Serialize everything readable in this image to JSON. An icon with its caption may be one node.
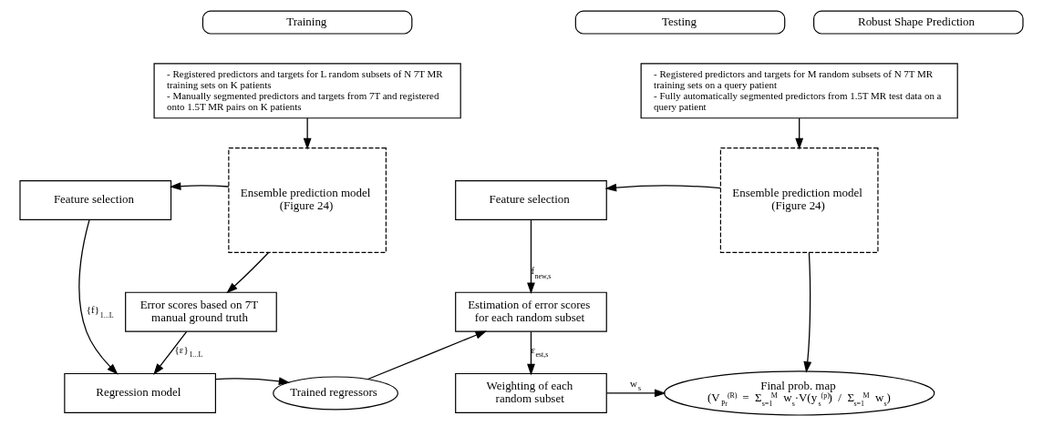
{
  "diagram": {
    "nodes": [
      {
        "text": [
          "Training"
        ]
      },
      {
        "text": [
          "Testing"
        ]
      },
      {
        "text": [
          "Robust Shape Prediction"
        ]
      },
      {
        "text": [
          "- Registered predictors and targets for L random subsets of N 7T MR training sets on K patients",
          "- Manually segmented predictors and targets from 7T and registered onto 1.5T MR pairs on K patients"
        ]
      },
      {
        "text": [
          "Feature selection"
        ]
      },
      {
        "text": [
          "Ensemble prediction model (Figure 24)"
        ]
      },
      {
        "text": [
          "Error scores based on 7T manual ground truth"
        ]
      },
      {
        "text": [
          "Regression model"
        ]
      },
      {
        "text": [
          "Trained regressors"
        ]
      },
      {
        "text": [
          "- Registered predictors and targets for M random subsets of N 7T MR training sets on a query patient",
          "- Fully automatically segmented predictors from 1.5T MR test data on a query patient"
        ]
      },
      {
        "text": [
          "Feature selection"
        ]
      },
      {
        "text": [
          "Ensemble prediction model (Figure 24)"
        ]
      },
      {
        "text": [
          "Estimation of error scores for each random subset"
        ]
      },
      {
        "text": [
          "Weighting of each random subset"
        ]
      },
      {
        "text": [
          "Final prob. map",
          "(V$_{Pr}$$^{(R)}$ = Σ$_{s=1}$$^{M}$ w$_{s}$·V(y$_{s}$$^{(p)}$) / Σ$_{s=1}$$^{M}$ w$_{s}$)"
        ]
      }
    ],
    "edges": [
      {
        "from": 3,
        "to": 5,
        "arrow": "to"
      },
      {
        "from": 5,
        "to": 4,
        "arrow": "to"
      },
      {
        "from": 5,
        "to": 6,
        "arrow": "to"
      },
      {
        "from": 4,
        "to": 7,
        "arrow": "to",
        "label": "{f}$_{1...L}$"
      },
      {
        "from": 6,
        "to": 7,
        "arrow": "to",
        "label": "{ε}$_{1...L}$"
      },
      {
        "from": 7,
        "to": 8,
        "arrow": "to"
      },
      {
        "from": 8,
        "to": 12,
        "arrow": "to"
      },
      {
        "from": 9,
        "to": 11,
        "arrow": "to"
      },
      {
        "from": 11,
        "to": 10,
        "arrow": "to"
      },
      {
        "from": 10,
        "to": 12,
        "arrow": "to",
        "label": "f$_{new,s}$"
      },
      {
        "from": 12,
        "to": 13,
        "arrow": "to",
        "label": "ε$_{est,s}$"
      },
      {
        "from": 13,
        "to": 14,
        "arrow": "to",
        "label": "w$_{s}$"
      },
      {
        "from": 11,
        "to": 14,
        "arrow": "to"
      }
    ]
  }
}
